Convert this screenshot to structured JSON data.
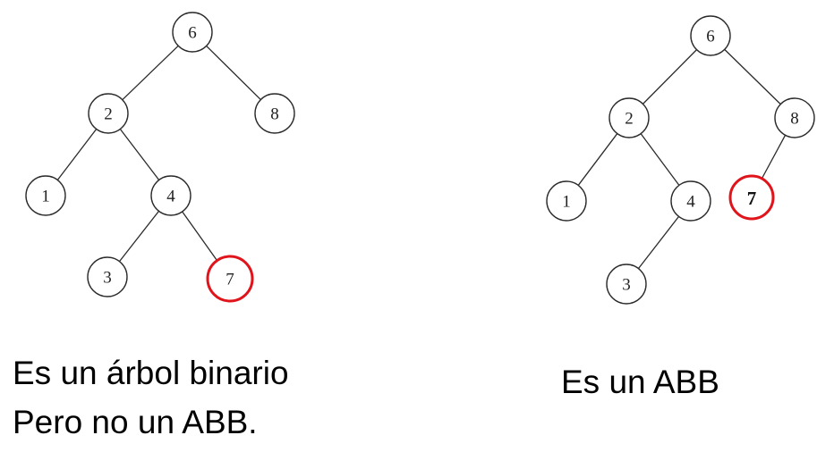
{
  "trees": [
    {
      "id": "tree-left",
      "nodes": [
        {
          "id": "n6",
          "label": "6",
          "highlight": false
        },
        {
          "id": "n2",
          "label": "2",
          "highlight": false
        },
        {
          "id": "n8",
          "label": "8",
          "highlight": false
        },
        {
          "id": "n1",
          "label": "1",
          "highlight": false
        },
        {
          "id": "n4",
          "label": "4",
          "highlight": false
        },
        {
          "id": "n3",
          "label": "3",
          "highlight": false
        },
        {
          "id": "n7",
          "label": "7",
          "highlight": true,
          "bold": false
        }
      ],
      "edges": [
        [
          "n6",
          "n2"
        ],
        [
          "n6",
          "n8"
        ],
        [
          "n2",
          "n1"
        ],
        [
          "n2",
          "n4"
        ],
        [
          "n4",
          "n3"
        ],
        [
          "n4",
          "n7"
        ]
      ],
      "highlight_color": "#e0141b"
    },
    {
      "id": "tree-right",
      "nodes": [
        {
          "id": "n6",
          "label": "6",
          "highlight": false
        },
        {
          "id": "n2",
          "label": "2",
          "highlight": false
        },
        {
          "id": "n8",
          "label": "8",
          "highlight": false
        },
        {
          "id": "n1",
          "label": "1",
          "highlight": false
        },
        {
          "id": "n4",
          "label": "4",
          "highlight": false
        },
        {
          "id": "n3",
          "label": "3",
          "highlight": false
        },
        {
          "id": "n7",
          "label": "7",
          "highlight": true,
          "bold": true
        }
      ],
      "edges": [
        [
          "n6",
          "n2"
        ],
        [
          "n6",
          "n8"
        ],
        [
          "n2",
          "n1"
        ],
        [
          "n2",
          "n4"
        ],
        [
          "n4",
          "n3"
        ],
        [
          "n8",
          "n7"
        ]
      ],
      "highlight_color": "#e0141b"
    }
  ],
  "captions": {
    "left_line1": "Es un árbol binario",
    "left_line2": "Pero no un ABB.",
    "right": "Es un ABB"
  }
}
